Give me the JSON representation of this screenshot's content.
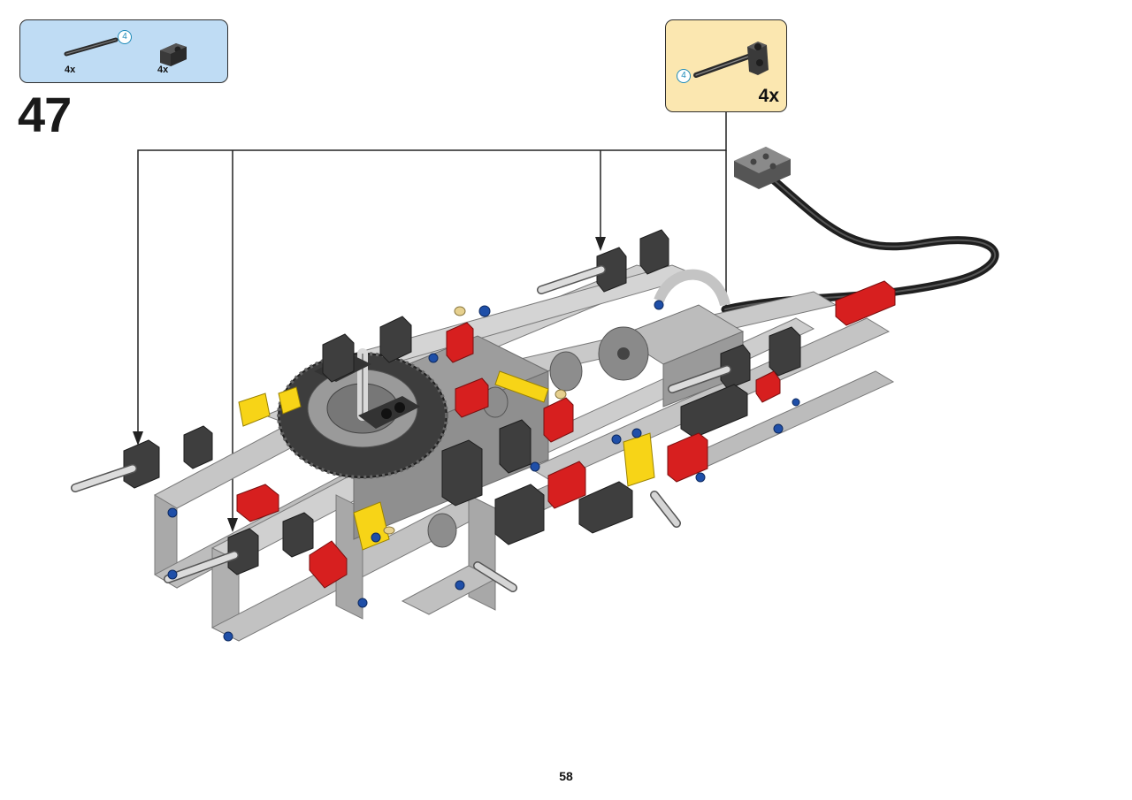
{
  "parts_list": {
    "items": [
      {
        "part": "axle-icon",
        "length_label": "4",
        "quantity": "4x"
      },
      {
        "part": "axle-pin-connector-icon",
        "quantity": "4x"
      }
    ]
  },
  "step": {
    "number": "47"
  },
  "subassembly": {
    "length_label": "4",
    "quantity": "4x",
    "part": "axle-with-connector-icon"
  },
  "page": {
    "number": "58"
  },
  "colors": {
    "parts_box_bg": "#bfdcf4",
    "subassembly_box_bg": "#fbe7b0",
    "beam_gray": "#c6c6c6",
    "dark_gray": "#3e3e3e",
    "red": "#d71f1f",
    "yellow": "#f7d417",
    "blue": "#1f4fa8"
  }
}
